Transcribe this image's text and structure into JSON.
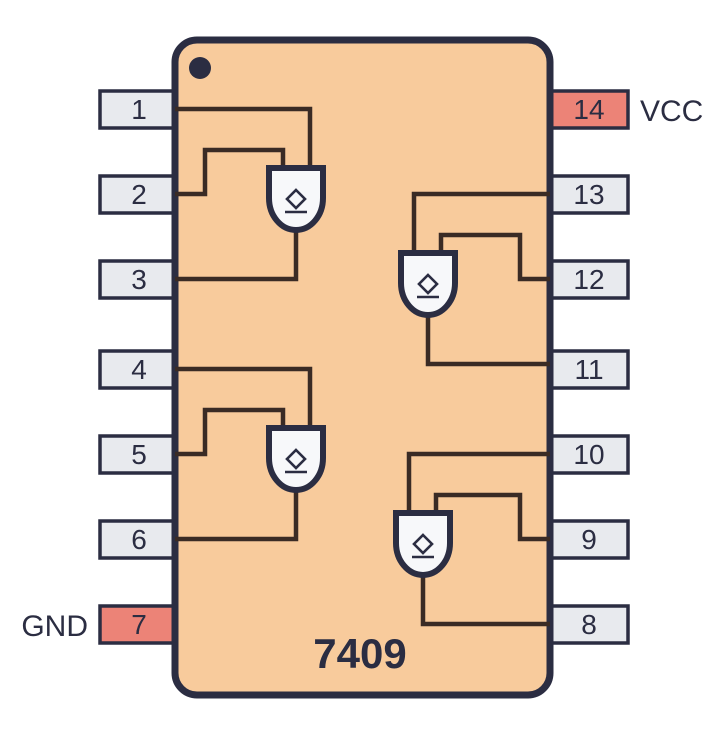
{
  "diagram": {
    "title": "7409",
    "kind": "ic-pinout",
    "package": "DIP-14",
    "chip_label": "7409",
    "colors": {
      "body_fill": "#f8cb9c",
      "outline": "#2b2d42",
      "pin_box_fill": "#e8eaee",
      "power_pin_fill": "#ec8377",
      "gate_fill": "#f7f8fa",
      "wire": "#3a2b25",
      "background": "#ffffff"
    },
    "notch_marker": "pin1-dot-marker"
  },
  "power_labels": {
    "vcc": "VCC",
    "gnd": "GND"
  },
  "pins_left": [
    {
      "number": "1",
      "role": "input"
    },
    {
      "number": "2",
      "role": "input"
    },
    {
      "number": "3",
      "role": "output"
    },
    {
      "number": "4",
      "role": "input"
    },
    {
      "number": "5",
      "role": "input"
    },
    {
      "number": "6",
      "role": "output"
    },
    {
      "number": "7",
      "role": "power",
      "label": "GND"
    }
  ],
  "pins_right": [
    {
      "number": "14",
      "role": "power",
      "label": "VCC"
    },
    {
      "number": "13",
      "role": "input"
    },
    {
      "number": "12",
      "role": "input"
    },
    {
      "number": "11",
      "role": "output"
    },
    {
      "number": "10",
      "role": "input"
    },
    {
      "number": "9",
      "role": "input"
    },
    {
      "number": "8",
      "role": "output"
    }
  ],
  "gates": [
    {
      "id": "gate-1",
      "inputs": [
        "1",
        "2"
      ],
      "output": "3",
      "symbol": "and-open-collector"
    },
    {
      "id": "gate-2",
      "inputs": [
        "13",
        "12"
      ],
      "output": "11",
      "symbol": "and-open-collector"
    },
    {
      "id": "gate-3",
      "inputs": [
        "4",
        "5"
      ],
      "output": "6",
      "symbol": "and-open-collector"
    },
    {
      "id": "gate-4",
      "inputs": [
        "10",
        "9"
      ],
      "output": "8",
      "symbol": "and-open-collector"
    }
  ]
}
